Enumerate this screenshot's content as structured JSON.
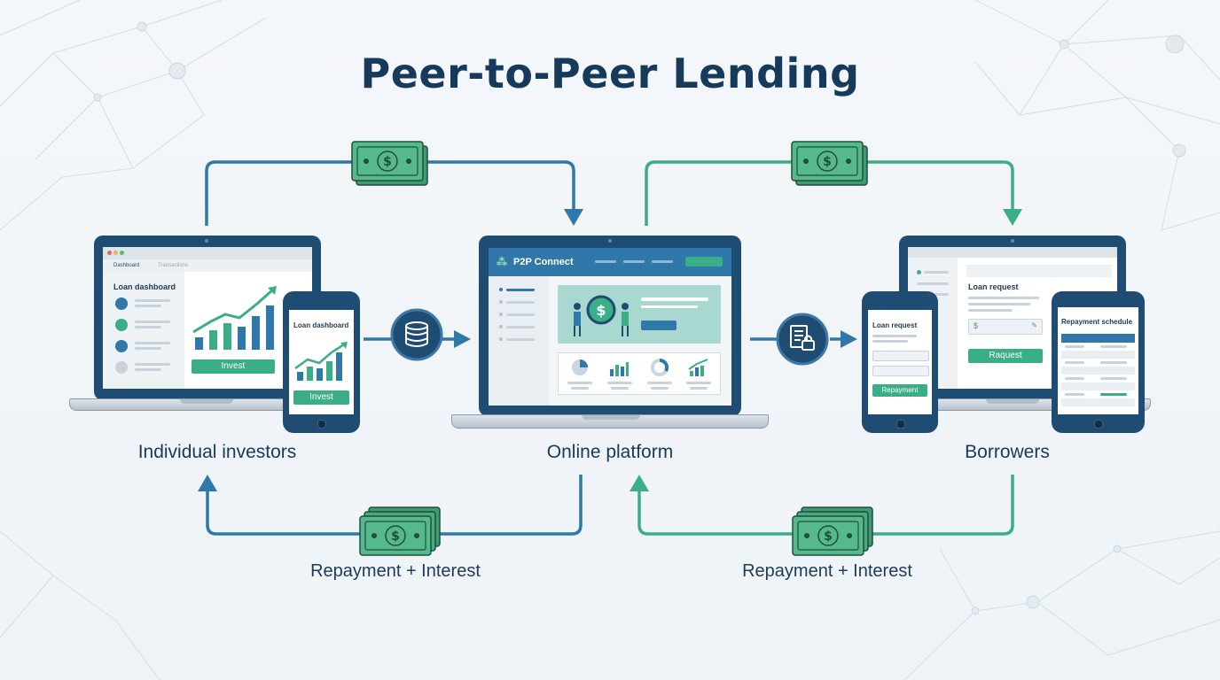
{
  "title": "Peer-to-Peer Lending",
  "captions": {
    "investors": "Individual investors",
    "platform": "Online platform",
    "borrowers": "Borrowers"
  },
  "repayment": {
    "left": "Repayment + Interest",
    "right": "Repayment + Interest"
  },
  "investor_laptop": {
    "tab_active": "Dashboard",
    "tab_inactive": "Transactions",
    "heading": "Loan dashboard",
    "button": "Invest"
  },
  "investor_phone": {
    "heading": "Loan dashboard",
    "button": "Invest"
  },
  "platform_laptop": {
    "brand": "P2P Connect"
  },
  "borrower_laptop": {
    "heading": "Loan request",
    "field_prefix": "$",
    "button": "Raquest"
  },
  "borrower_phone": {
    "heading": "Loan request",
    "button": "Repayment"
  },
  "borrower_tablet": {
    "heading": "Repayment schedule"
  },
  "colors": {
    "navy": "#163a5c",
    "blue_flow": "#2f78a9",
    "green_flow": "#3aae86",
    "money_green": "#56b98d"
  },
  "icons": {
    "investors_to_platform": "coins-icon",
    "borrowers_to_platform": "document-lock-icon",
    "money": "banknote-icon"
  }
}
